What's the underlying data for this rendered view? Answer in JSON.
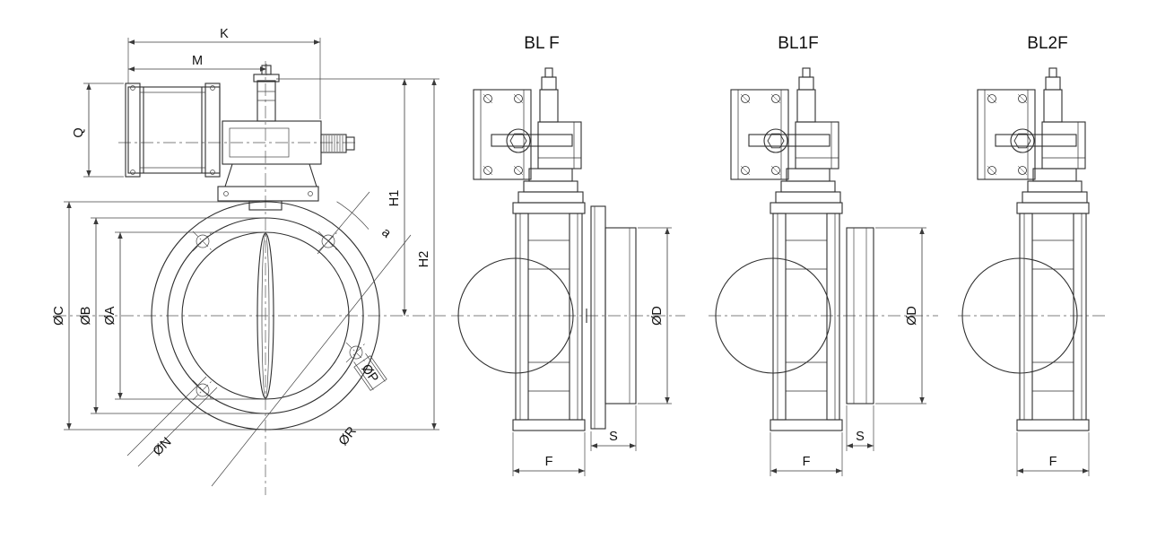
{
  "page": {
    "background": "#ffffff"
  },
  "drawing": {
    "type": "technical-dimensional-drawing",
    "subject": "butterfly valve with pneumatic actuator",
    "line_color": "#2f2f2f",
    "front": {
      "labels": {
        "k": "K",
        "m": "M",
        "q": "Q",
        "dia_c": "ØC",
        "dia_b": "ØB",
        "dia_a": "ØA",
        "h1": "H1",
        "h2": "H2",
        "dia_n": "ØN",
        "dia_r": "ØR",
        "dia_p": "ØP",
        "angle_a": "a"
      }
    },
    "views": {
      "blf": {
        "title": "BL F",
        "labels": {
          "dia_d": "ØD",
          "s": "S",
          "f": "F"
        }
      },
      "bl1f": {
        "title": "BL1F",
        "labels": {
          "dia_d": "ØD",
          "s": "S",
          "f": "F"
        }
      },
      "bl2f": {
        "title": "BL2F",
        "labels": {
          "f": "F"
        }
      }
    }
  }
}
